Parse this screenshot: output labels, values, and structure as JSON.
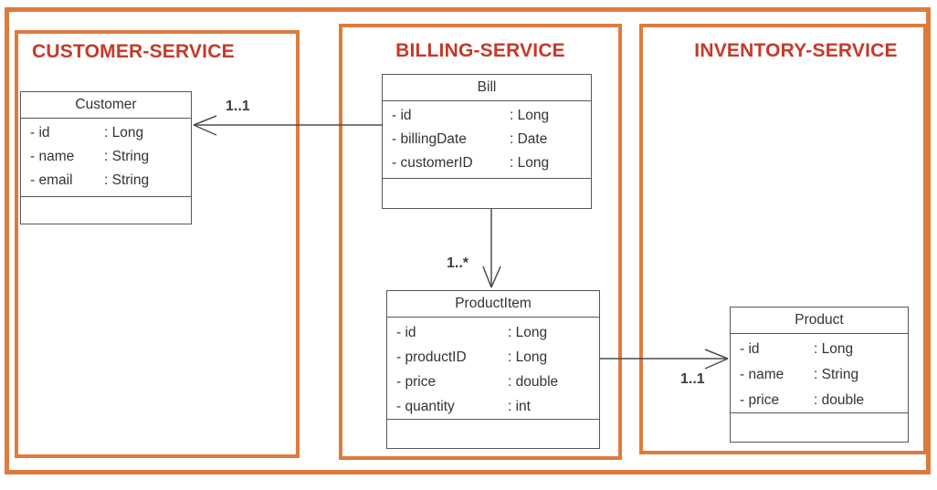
{
  "services": [
    {
      "id": "customer-service",
      "label": "CUSTOMER-SERVICE"
    },
    {
      "id": "billing-service",
      "label": "BILLING-SERVICE"
    },
    {
      "id": "inventory-service",
      "label": "INVENTORY-SERVICE"
    }
  ],
  "classes": {
    "customer": {
      "name": "Customer",
      "attributes": [
        {
          "name": "- id",
          "type": ": Long"
        },
        {
          "name": "- name",
          "type": ": String"
        },
        {
          "name": "- email",
          "type": ": String"
        }
      ]
    },
    "bill": {
      "name": "Bill",
      "attributes": [
        {
          "name": "- id",
          "type": ": Long"
        },
        {
          "name": "- billingDate",
          "type": ": Date"
        },
        {
          "name": "- customerID",
          "type": ": Long"
        }
      ]
    },
    "productItem": {
      "name": "ProductItem",
      "attributes": [
        {
          "name": "- id",
          "type": ": Long"
        },
        {
          "name": "- productID",
          "type": ": Long"
        },
        {
          "name": "- price",
          "type": ": double"
        },
        {
          "name": "- quantity",
          "type": ": int"
        }
      ]
    },
    "product": {
      "name": "Product",
      "attributes": [
        {
          "name": "- id",
          "type": ": Long"
        },
        {
          "name": "- name",
          "type": ": String"
        },
        {
          "name": "- price",
          "type": ": double"
        }
      ]
    }
  },
  "relations": [
    {
      "from": "Bill",
      "to": "Customer",
      "multiplicity": "1..1"
    },
    {
      "from": "Bill",
      "to": "ProductItem",
      "multiplicity": "1..*"
    },
    {
      "from": "ProductItem",
      "to": "Product",
      "multiplicity": "1..1"
    }
  ],
  "colors": {
    "frame_orange": "#dd7b3d",
    "service_title_red": "#c5392a",
    "class_border_gray": "#55565a",
    "connector_gray": "#4d4d4d",
    "text_dark": "#303439"
  }
}
